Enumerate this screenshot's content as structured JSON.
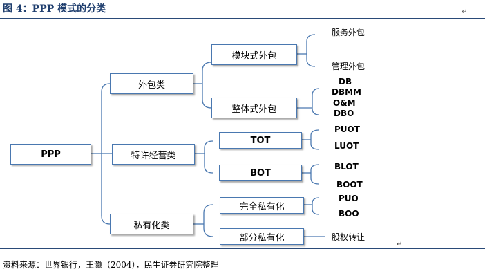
{
  "header": {
    "title": "图 4：PPP 模式的分类"
  },
  "diagram": {
    "root": "PPP",
    "categories": [
      {
        "label": "外包类",
        "subtypes": [
          {
            "label": "模块式外包",
            "items": [
              "服务外包",
              "管理外包"
            ]
          },
          {
            "label": "整体式外包",
            "items": [
              "DB",
              "DBMM",
              "O&M",
              "DBO"
            ]
          }
        ]
      },
      {
        "label": "特许经营类",
        "subtypes": [
          {
            "label": "TOT",
            "items": [
              "PUOT",
              "LUOT"
            ]
          },
          {
            "label": "BOT",
            "items": [
              "BLOT",
              "BOOT"
            ]
          }
        ]
      },
      {
        "label": "私有化类",
        "subtypes": [
          {
            "label": "完全私有化",
            "items": [
              "PUO",
              "BOO"
            ]
          },
          {
            "label": "部分私有化",
            "items": [
              "股权转让"
            ]
          }
        ]
      }
    ]
  },
  "footer": {
    "source": "资料来源：世界银行，王灏（2004），民生证券研究院整理"
  }
}
